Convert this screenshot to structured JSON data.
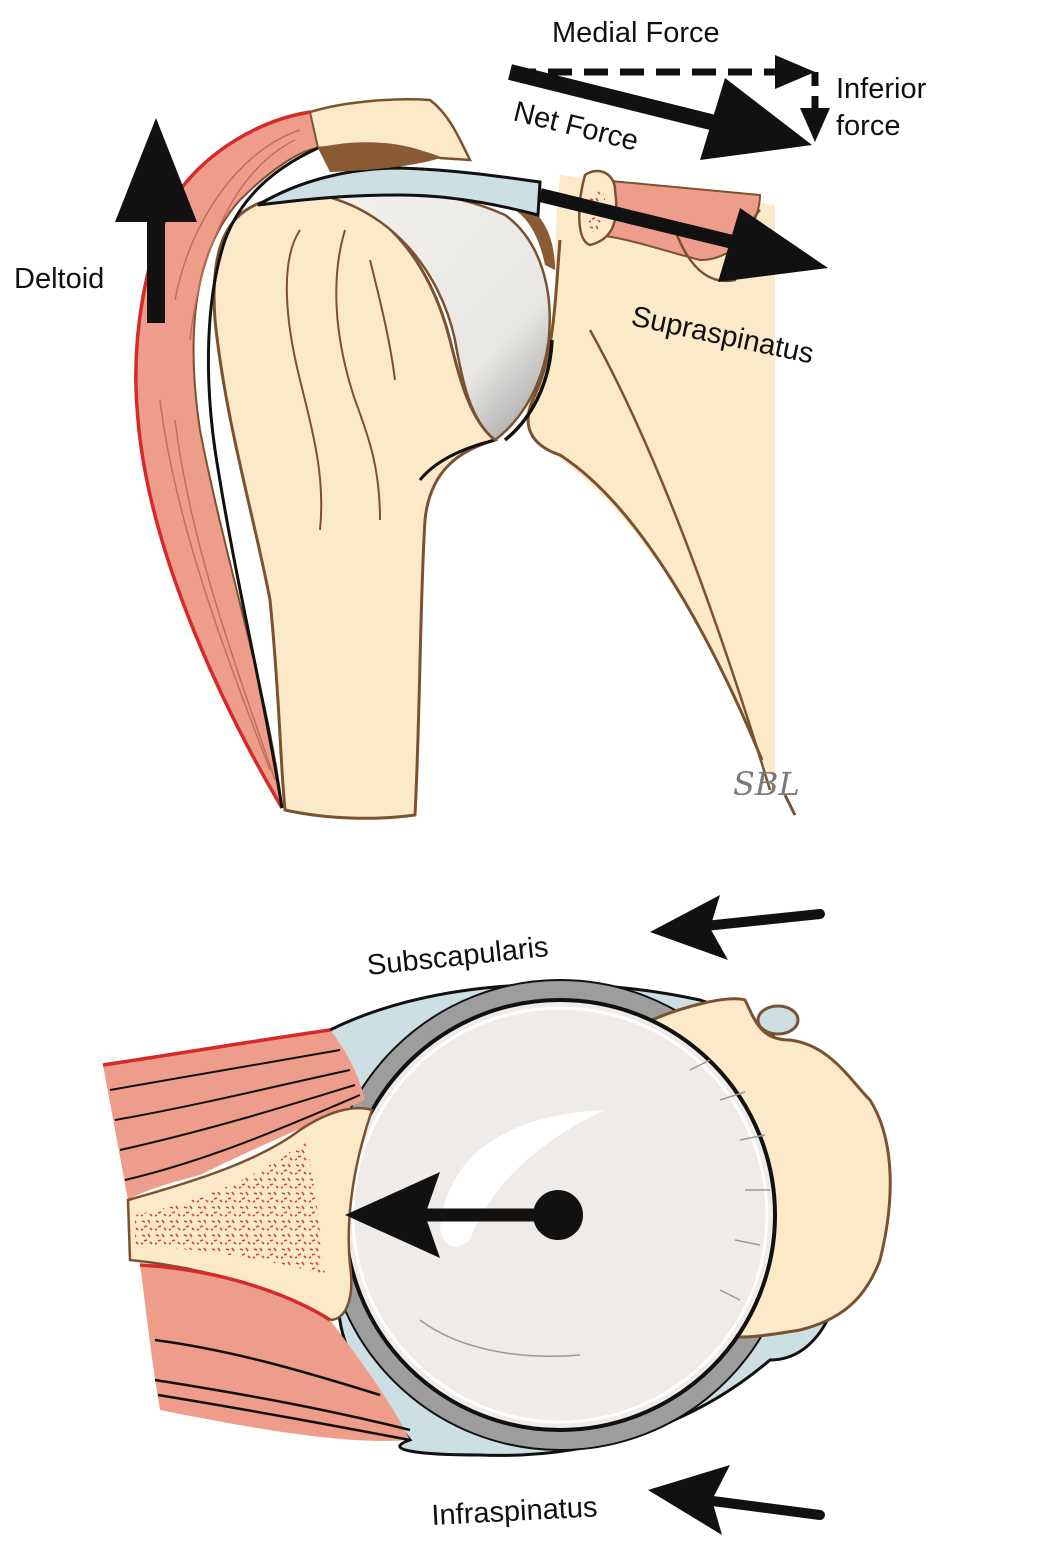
{
  "labels": {
    "medial_force": "Medial Force",
    "inferior_force_line1": "Inferior",
    "inferior_force_line2": "force",
    "net_force": "Net Force",
    "deltoid": "Deltoid",
    "supraspinatus": "Supraspinatus",
    "subscapularis": "Subscapularis",
    "infraspinatus": "Infraspinatus",
    "signature": "SBL"
  },
  "colors": {
    "bone": "#fbe9c8",
    "bone_outline": "#7b5230",
    "muscle": "#ee9d8a",
    "muscle_edge": "#d62a2a",
    "cartilage": "#ccdfe3",
    "humeral_head": "#eeebe8",
    "arrow": "#111111",
    "capsule_dark": "#8a5a35"
  }
}
